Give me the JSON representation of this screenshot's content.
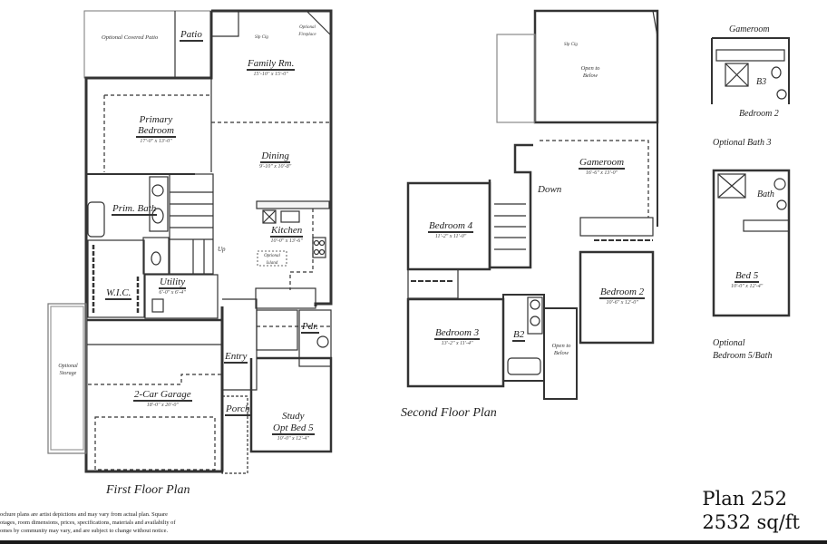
{
  "first_floor": {
    "title": "First Floor Plan",
    "rooms": {
      "optional_covered_patio": {
        "name": "Optional\nCovered Patio"
      },
      "patio": {
        "name": "Patio"
      },
      "family_rm": {
        "name": "Family Rm.",
        "dim": "15'-10\" x 15'-0\""
      },
      "primary_bedroom": {
        "name": "Primary Bedroom",
        "dim": "17'-0\" x 13'-0\""
      },
      "dining": {
        "name": "Dining",
        "dim": "9'-10\" x 10'-8\""
      },
      "prim_bath": {
        "name": "Prim. Bath"
      },
      "kitchen": {
        "name": "Kitchen",
        "dim": "10'-0\" x 13'-6\""
      },
      "optional_island": {
        "name": "Optional Island"
      },
      "wic": {
        "name": "W.I.C."
      },
      "utility": {
        "name": "Utility",
        "dim": "6'-0\" x 6'-4\""
      },
      "pdr": {
        "name": "Pdr."
      },
      "entry": {
        "name": "Entry"
      },
      "optional_storage": {
        "name": "Optional Storage"
      },
      "garage": {
        "name": "2-Car Garage",
        "dim": "18'-0\" x 20'-0\""
      },
      "porch": {
        "name": "Porch"
      },
      "study": {
        "name": "Study",
        "name2": "Opt Bed 5",
        "dim": "10'-0\" x 12'-4\""
      }
    },
    "notes": {
      "up": "Up",
      "slp_clg": "Slp Clg",
      "optional_fireplace": "Optional Fireplace"
    }
  },
  "second_floor": {
    "title": "Second Floor Plan",
    "rooms": {
      "open_to_below_top": {
        "name": "Open to Below"
      },
      "gameroom": {
        "name": "Gameroom",
        "dim": "16'-6\" x 13'-0\""
      },
      "bedroom4": {
        "name": "Bedroom 4",
        "dim": "11'-2\" x 11'-0\""
      },
      "bedroom2": {
        "name": "Bedroom 2",
        "dim": "10'-6\" x 12'-0\""
      },
      "bedroom3": {
        "name": "Bedroom 3",
        "dim": "13'-2\" x 11'-4\""
      },
      "b2": {
        "name": "B2"
      },
      "open_to_below_small": {
        "name": "Open to Below"
      }
    },
    "notes": {
      "down": "Down",
      "slp_clg": "Slp Clg"
    }
  },
  "optional_bath3": {
    "title": "Optional Bath 3",
    "labels": {
      "gameroom": "Gameroom",
      "b3": "B3",
      "bedroom2": "Bedroom 2"
    }
  },
  "optional_bed5": {
    "title_line1": "Optional",
    "title_line2": "Bedroom 5/Bath",
    "labels": {
      "bath": "Bath",
      "bed5": "Bed 5",
      "bed5_dim": "10'-0\" x 12'-4\""
    }
  },
  "plan_info": {
    "plan_name": "Plan 252",
    "sqft": "2532 sq/ft"
  },
  "disclaimer": {
    "line1": "ochure plans are artist depictions and may vary from actual plan.  Square",
    "line2": "otages, room dimensions, prices, specifications, materials and availabilty of",
    "line3": "omes by community may vary, and are subject to change without notice."
  }
}
